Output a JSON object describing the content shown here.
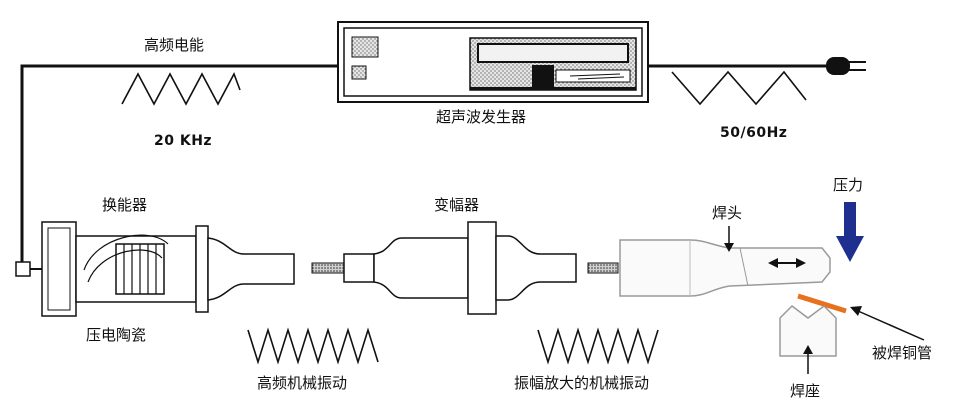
{
  "labels": {
    "hf_power": "高频电能",
    "freq_in": "20 KHz",
    "freq_mains": "50/60Hz",
    "generator": "超声波发生器",
    "transducer": "换能器",
    "booster": "变幅器",
    "horn": "焊头",
    "pressure": "压力",
    "piezo": "压电陶瓷",
    "hf_vibration": "高频机械振动",
    "amplified_vibration": "振幅放大的机械振动",
    "workpiece": "被焊铜管",
    "anvil": "焊座"
  },
  "colors": {
    "line": "#111111",
    "pressure_arrow": "#1f2f8f",
    "copper_tube": "#e8711d",
    "horn_fill": "#fafafa",
    "gray": "#8a8a8a"
  }
}
